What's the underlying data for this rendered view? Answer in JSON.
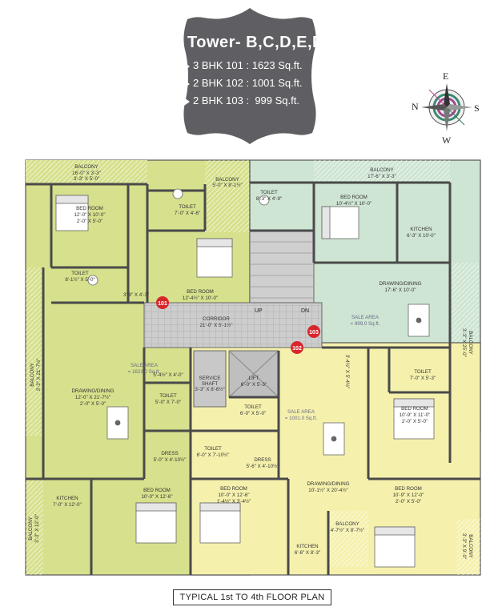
{
  "title": "Tower- B,C,D,E,F",
  "units": [
    {
      "type": "3 BHK 101",
      "area": "1623 Sq.ft."
    },
    {
      "type": "2 BHK 102",
      "area": "1001 Sq.ft."
    },
    {
      "type": "2 BHK 103",
      "area": "999 Sq.ft."
    }
  ],
  "compass": {
    "north": "N",
    "east": "E",
    "south": "S",
    "west": "W"
  },
  "footer": "TYPICAL 1st TO 4th FLOOR PLAN",
  "colors": {
    "unit101": "#d7e08c",
    "unit102": "#f5f1ad",
    "unit103": "#cfe5d3",
    "common": "#c8c8c8",
    "marker": "#d9262b"
  },
  "rooms": {
    "balcony_101_top": {
      "name": "BALCONY",
      "dim1": "16'-0\" X 3'-3\"",
      "dim2": "3'-3\" X 5'-0\""
    },
    "balcony_101_top2": {
      "name": "BALCONY",
      "dim1": "5'-0\" X 8'-1½\""
    },
    "bed_101_1": {
      "name": "BED ROOM",
      "dim1": "12'-0\" X 10'-0\"",
      "dim2": "2'-0\" X 5'-0\""
    },
    "toilet_101_1": {
      "name": "TOILET",
      "dim1": "7'-0\" X 4'-6\""
    },
    "toilet_101_2": {
      "name": "TOILET",
      "dim1": "8'-1½\" X 5'-0\""
    },
    "bed_101_2": {
      "name": "BED ROOM",
      "dim1": "12'-4½\" X 10'-0\""
    },
    "passage_101": {
      "dim1": "3'-6\" X 4'-3\""
    },
    "balcony_101_left": {
      "name": "BALCONY",
      "dim1": "3'-3\" X 21'-7½\""
    },
    "sale_101": {
      "name": "SALE AREA",
      "dim1": "= 1623.0 Sq.ft."
    },
    "passage_101_b": {
      "dim1": "5'-4½\" X 4'-0\""
    },
    "drawing_101": {
      "name": "DRAWING/DINING",
      "dim1": "12'-0\" X 21'-7½\"",
      "dim2": "2'-0\" X 5'-0\""
    },
    "toilet_101_3": {
      "name": "TOILET",
      "dim1": "5'-0\" X 7'-0\""
    },
    "dress_101": {
      "name": "DRESS",
      "dim1": "5'-0\" X 4'-10½\""
    },
    "balcony_101_bl": {
      "name": "BALCONY",
      "dim1": "3'-3\" X 12'-0\""
    },
    "kitchen_101": {
      "name": "KITCHEN",
      "dim1": "7'-0\" X 12'-0\""
    },
    "bed_101_3": {
      "name": "BED ROOM",
      "dim1": "10'-0\" X 12'-6\""
    },
    "corridor": {
      "name": "CORRIDOR",
      "dim1": "21'-0\" X 5'-1½\""
    },
    "service": {
      "name": "SERVICE",
      "dim1": "SHAFT",
      "dim2": "3'-3\" X 8'-6½\""
    },
    "lift": {
      "name": "LIFT",
      "dim1": "6'-0\" X 5'-3\""
    },
    "toilet_102_1": {
      "name": "TOILET",
      "dim1": "6'-0\" X 5'-0\""
    },
    "toilet_102_2": {
      "name": "TOILET",
      "dim1": "6'-0\" X 7'-10½\""
    },
    "dress_102": {
      "name": "DRESS",
      "dim1": "5'-6\" X 4'-10½\""
    },
    "sale_102": {
      "name": "SALE AREA",
      "dim1": "= 1001.0 Sq.ft."
    },
    "bed_102_1": {
      "name": "BED ROOM",
      "dim1": "10'-0\" X 12'-6\"",
      "dim2": "1'-4½\" X 3'-4½\""
    },
    "drawing_102": {
      "name": "DRAWING/DINING",
      "dim1": "10'-1½\" X 20'-4½\""
    },
    "kitchen_102": {
      "name": "KITCHEN",
      "dim1": "6'-6\" X 8'-3\""
    },
    "balcony_102": {
      "name": "BALCONY",
      "dim1": "4'-7½\" X 8'-7½\""
    },
    "passage_102": {
      "dim1": "3'-4½\" X 5'-4½\""
    },
    "balcony_103_top": {
      "name": "BALCONY",
      "dim1": "17'-6\" X 3'-3\""
    },
    "toilet_103_1": {
      "name": "TOILET",
      "dim1": "8'-3\" X 4'-9\""
    },
    "bed_103_1": {
      "name": "BED ROOM",
      "dim1": "10'-4½\" X 10'-0\""
    },
    "kitchen_103": {
      "name": "KITCHEN",
      "dim1": "6'-3\" X 10'-0\""
    },
    "drawing_103": {
      "name": "DRAWING/DINING",
      "dim1": "17'-6\" X 10'-0\""
    },
    "sale_103": {
      "name": "SALE AREA",
      "dim1": "= 999.0 Sq.ft."
    },
    "balcony_103_right": {
      "name": "BALCONY",
      "dim1": "3'-3\" X 25'-0\""
    },
    "toilet_103_2": {
      "name": "TOILET",
      "dim1": "7'-0\" X 5'-3\""
    },
    "bed_103_2": {
      "name": "BED ROOM",
      "dim1": "10'-9\" X 11'-0\"",
      "dim2": "2'-0\" X 5'-0\""
    },
    "bed_103_3": {
      "name": "BED ROOM",
      "dim1": "10'-9\" X 12'-0\"",
      "dim2": "2'-0\" X 5'-0\""
    },
    "balcony_103_br": {
      "name": "BALCONY",
      "dim1": "3'-3\" X 9'-0\""
    }
  },
  "stairs": {
    "up": "UP",
    "dn": "DN"
  },
  "markers": [
    "101",
    "102",
    "103"
  ]
}
